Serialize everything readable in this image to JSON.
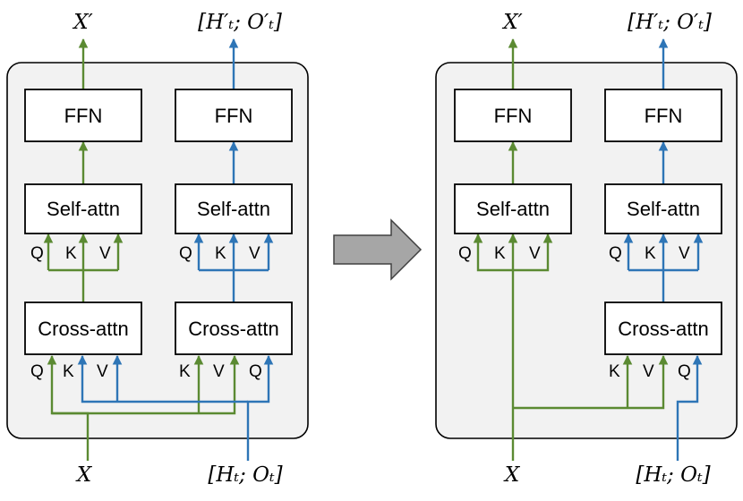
{
  "colors": {
    "green": "#5b8a32",
    "blue": "#2e75b6",
    "panel": "#f2f2f2",
    "arrow": "#a6a6a6"
  },
  "before": {
    "out_left": "X′",
    "out_right": "[H′ₜ; O′ₜ]",
    "in_left": "X",
    "in_right": "[Hₜ; Oₜ]",
    "ffn_left": "FFN",
    "ffn_right": "FFN",
    "self_left": "Self-attn",
    "self_right": "Self-attn",
    "cross_left": "Cross-attn",
    "cross_right": "Cross-attn",
    "self_left_q": "Q",
    "self_left_k": "K",
    "self_left_v": "V",
    "self_right_q": "Q",
    "self_right_k": "K",
    "self_right_v": "V",
    "cross_left_q": "Q",
    "cross_left_k": "K",
    "cross_left_v": "V",
    "cross_right_k": "K",
    "cross_right_v": "V",
    "cross_right_q": "Q"
  },
  "after": {
    "out_left": "X′",
    "out_right": "[H′ₜ; O′ₜ]",
    "in_left": "X",
    "in_right": "[Hₜ; Oₜ]",
    "ffn_left": "FFN",
    "ffn_right": "FFN",
    "self_left": "Self-attn",
    "self_right": "Self-attn",
    "cross_right": "Cross-attn",
    "self_left_q": "Q",
    "self_left_k": "K",
    "self_left_v": "V",
    "self_right_q": "Q",
    "self_right_k": "K",
    "self_right_v": "V",
    "cross_right_k": "K",
    "cross_right_v": "V",
    "cross_right_q": "Q"
  }
}
